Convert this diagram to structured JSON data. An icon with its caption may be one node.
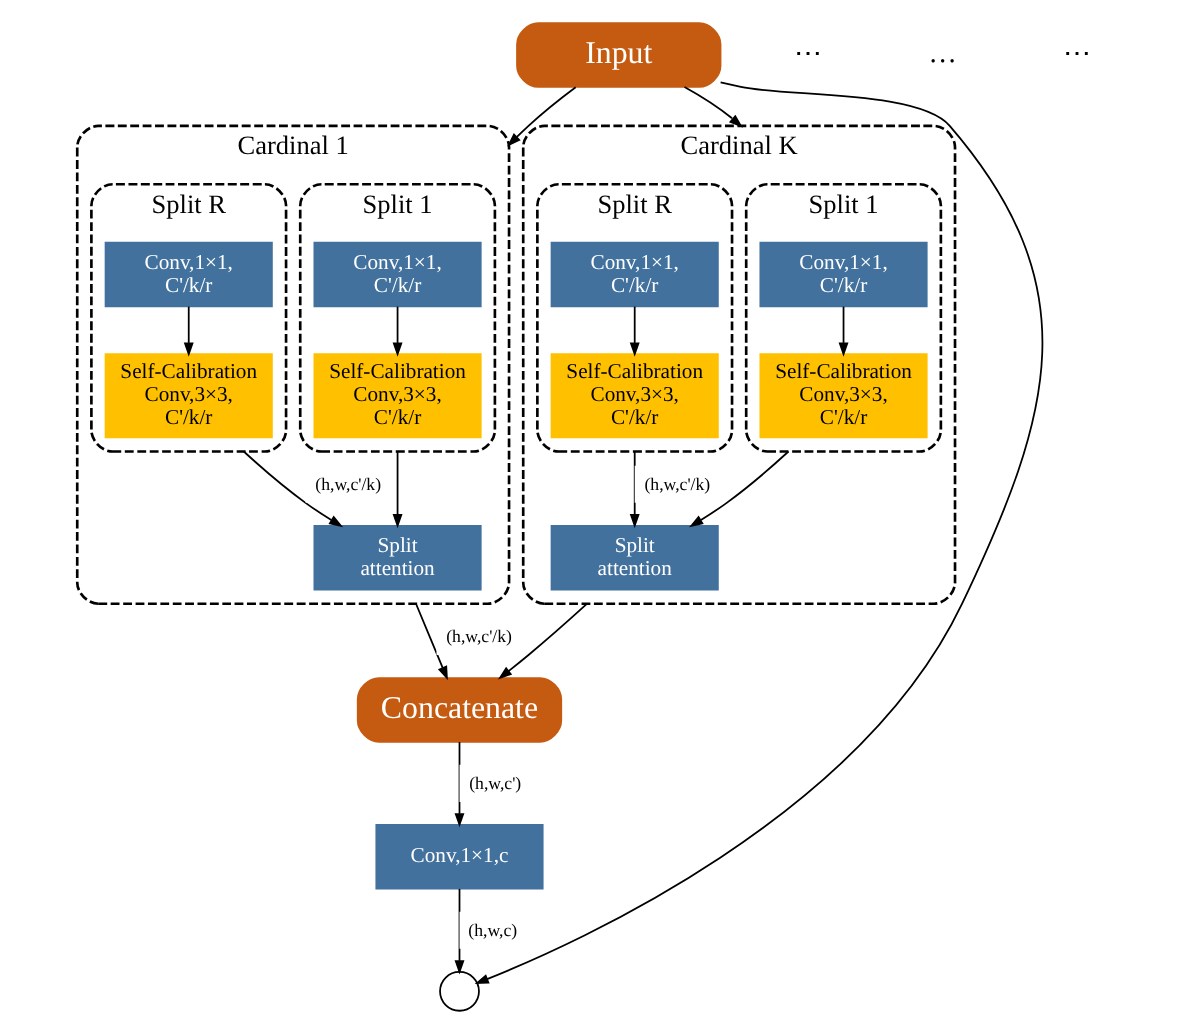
{
  "diagram": {
    "nodes": [
      {
        "text": [
          "Input"
        ]
      },
      {
        "text": [
          "Cardinal 1"
        ]
      },
      {
        "text": [
          "Split 1"
        ],
        "in": 1
      },
      {
        "text": [
          "Conv,1×1, C'/k/r"
        ],
        "in": 2
      },
      {
        "text": [
          "Self-Calibration Conv,3×3, C'/k/r"
        ],
        "in": 2
      },
      {
        "text": [
          "Split R"
        ],
        "in": 1
      },
      {
        "text": [
          "Conv,1×1, C'/k/r"
        ],
        "in": 5
      },
      {
        "text": [
          "Self-Calibration Conv,3×3, C'/k/r"
        ],
        "in": 5
      },
      {
        "text": [
          "Split attention"
        ],
        "in": 1
      },
      {
        "text": [
          "Cardinal K"
        ]
      },
      {
        "text": [
          "Split 1"
        ],
        "in": 9
      },
      {
        "text": [
          "Conv,1×1, C'/k/r"
        ],
        "in": 10
      },
      {
        "text": [
          "Self-Calibration Conv,3×3, C'/k/r"
        ],
        "in": 10
      },
      {
        "text": [
          "Split R"
        ],
        "in": 9
      },
      {
        "text": [
          "Conv,1×1, C'/k/r"
        ],
        "in": 13
      },
      {
        "text": [
          "Self-Calibration Conv,3×3, C'/k/r"
        ],
        "in": 13
      },
      {
        "text": [
          "Split attention"
        ],
        "in": 9
      },
      {
        "text": [
          "Concatenate"
        ]
      },
      {
        "text": [
          "Conv,1×1,c"
        ]
      },
      {
        "text": [],
        "shape": "circle"
      }
    ],
    "edges": [
      {
        "from": 0,
        "to": 1,
        "arrow": "to"
      },
      {
        "from": 0,
        "to": 9,
        "arrow": "to"
      },
      {
        "from": 3,
        "to": 4,
        "arrow": "to"
      },
      {
        "from": 6,
        "to": 7,
        "arrow": "to"
      },
      {
        "from": 2,
        "to": 8,
        "arrow": "to"
      },
      {
        "from": 5,
        "to": 8,
        "arrow": "to",
        "label": "(h,w,c'/k)"
      },
      {
        "from": 11,
        "to": 12,
        "arrow": "to"
      },
      {
        "from": 14,
        "to": 15,
        "arrow": "to"
      },
      {
        "from": 10,
        "to": 16,
        "arrow": "to"
      },
      {
        "from": 13,
        "to": 16,
        "arrow": "to",
        "label": "(h,w,c'/k)"
      },
      {
        "from": 1,
        "to": 17,
        "arrow": "to",
        "label": "(h,w,c'/k)"
      },
      {
        "from": 9,
        "to": 17,
        "arrow": "to"
      },
      {
        "from": 17,
        "to": 18,
        "arrow": "to",
        "label": "(h,w,c')"
      },
      {
        "from": 18,
        "to": 19,
        "arrow": "to",
        "label": "(h,w,c)"
      },
      {
        "from": 0,
        "to": 19,
        "arrow": "to"
      }
    ],
    "labels": [
      "⋯",
      "…",
      "⋯"
    ]
  }
}
